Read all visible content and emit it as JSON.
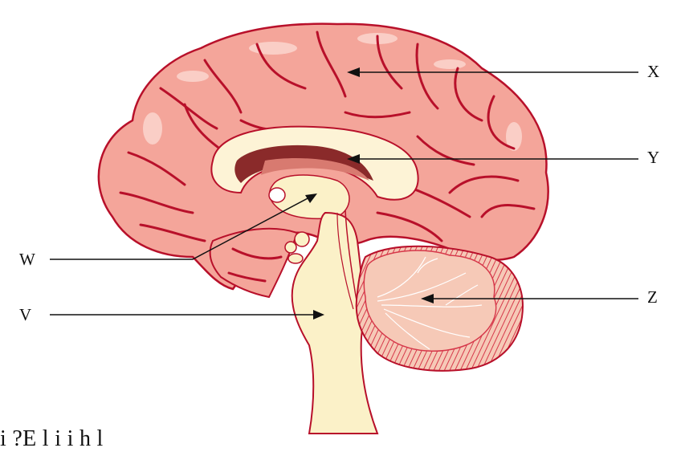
{
  "labels": {
    "x": "X",
    "y": "Y",
    "w": "W",
    "v": "V",
    "z": "Z"
  },
  "caption": "i            ?E l i        i h                    l ",
  "colors": {
    "cortex": "#f4a59a",
    "sulcus": "#b8102a",
    "highlight": "#fbd3cb",
    "corpus_callosum": "#fdf3d6",
    "ventricle": "#8a2a2a",
    "brainstem": "#fbf1c8",
    "cerebellum": "#f6c9b7",
    "cerebellum_edge": "#d6384a",
    "line": "#111111"
  }
}
